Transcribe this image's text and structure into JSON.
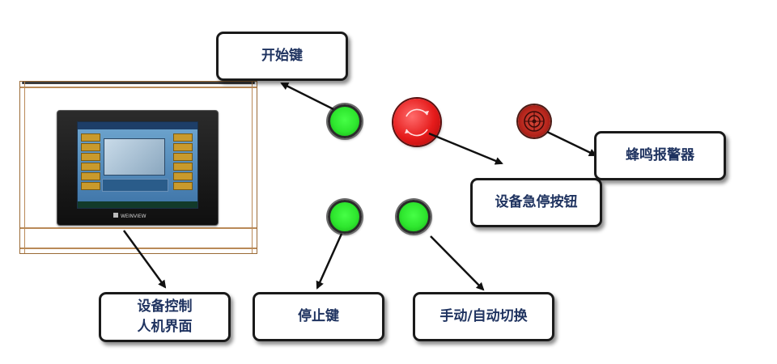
{
  "labels": {
    "start_key": "开始键",
    "estop_button": "设备急停按钮",
    "buzzer": "蜂鸣报警器",
    "hmi_line1": "设备控制",
    "hmi_line2": "人机界面",
    "stop_key": "停止键",
    "mode_switch": "手动/自动切换"
  },
  "hmi_brand": "WEINVIEW",
  "colors": {
    "label_text": "#1f3360",
    "button_green": "#2ee62e",
    "estop_red": "#e51b1b",
    "buzzer_red": "#b4241b",
    "arrow": "#111111"
  }
}
